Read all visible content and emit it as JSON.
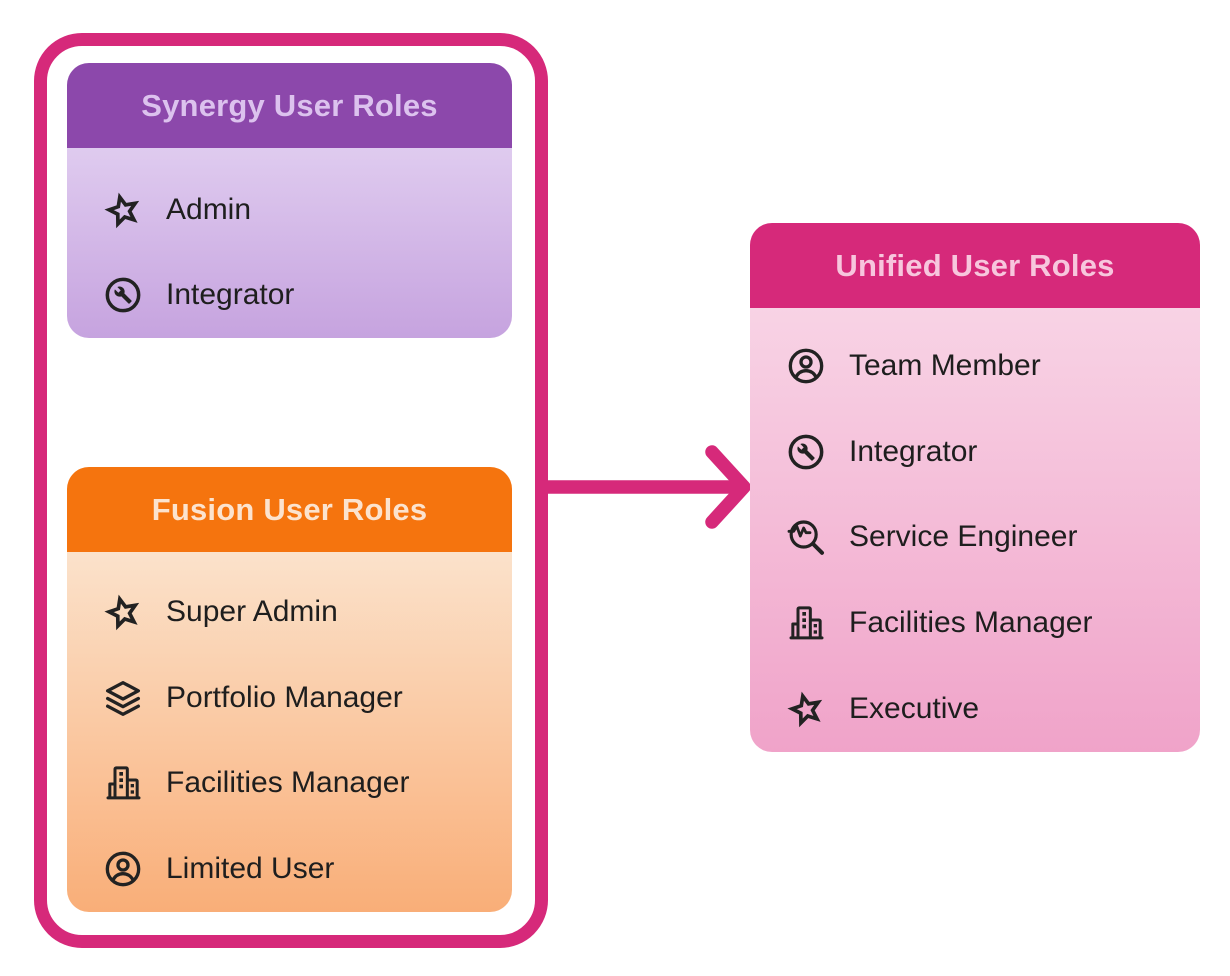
{
  "colors": {
    "accent_pink": "#D6297A",
    "purple_header": "#8C48AB",
    "purple_body_top": "#DFCBEF",
    "purple_body_bottom": "#C6A3DF",
    "orange_header": "#F5740E",
    "orange_body_top": "#FBE2CB",
    "orange_body_bottom": "#F9AE78",
    "pink_header": "#D6297A",
    "pink_body_top": "#F8D3E5",
    "pink_body_bottom": "#F0A3C9",
    "item_text": "#1E1E1E",
    "background": "#FFFFFF"
  },
  "cards": {
    "synergy": {
      "title": "Synergy User Roles",
      "items": [
        {
          "icon": "star-icon",
          "label": "Admin"
        },
        {
          "icon": "wrench-circle-icon",
          "label": "Integrator"
        }
      ]
    },
    "fusion": {
      "title": "Fusion User Roles",
      "items": [
        {
          "icon": "star-icon",
          "label": "Super Admin"
        },
        {
          "icon": "layers-icon",
          "label": "Portfolio Manager"
        },
        {
          "icon": "buildings-icon",
          "label": "Facilities Manager"
        },
        {
          "icon": "person-circle-icon",
          "label": "Limited User"
        }
      ]
    },
    "unified": {
      "title": "Unified User Roles",
      "items": [
        {
          "icon": "person-circle-icon",
          "label": "Team Member"
        },
        {
          "icon": "wrench-circle-icon",
          "label": "Integrator"
        },
        {
          "icon": "troubleshoot-icon",
          "label": "Service Engineer"
        },
        {
          "icon": "buildings-icon",
          "label": "Facilities Manager"
        },
        {
          "icon": "star-icon",
          "label": "Executive"
        }
      ]
    }
  },
  "arrow": {
    "direction": "right",
    "color": "#D6297A"
  }
}
